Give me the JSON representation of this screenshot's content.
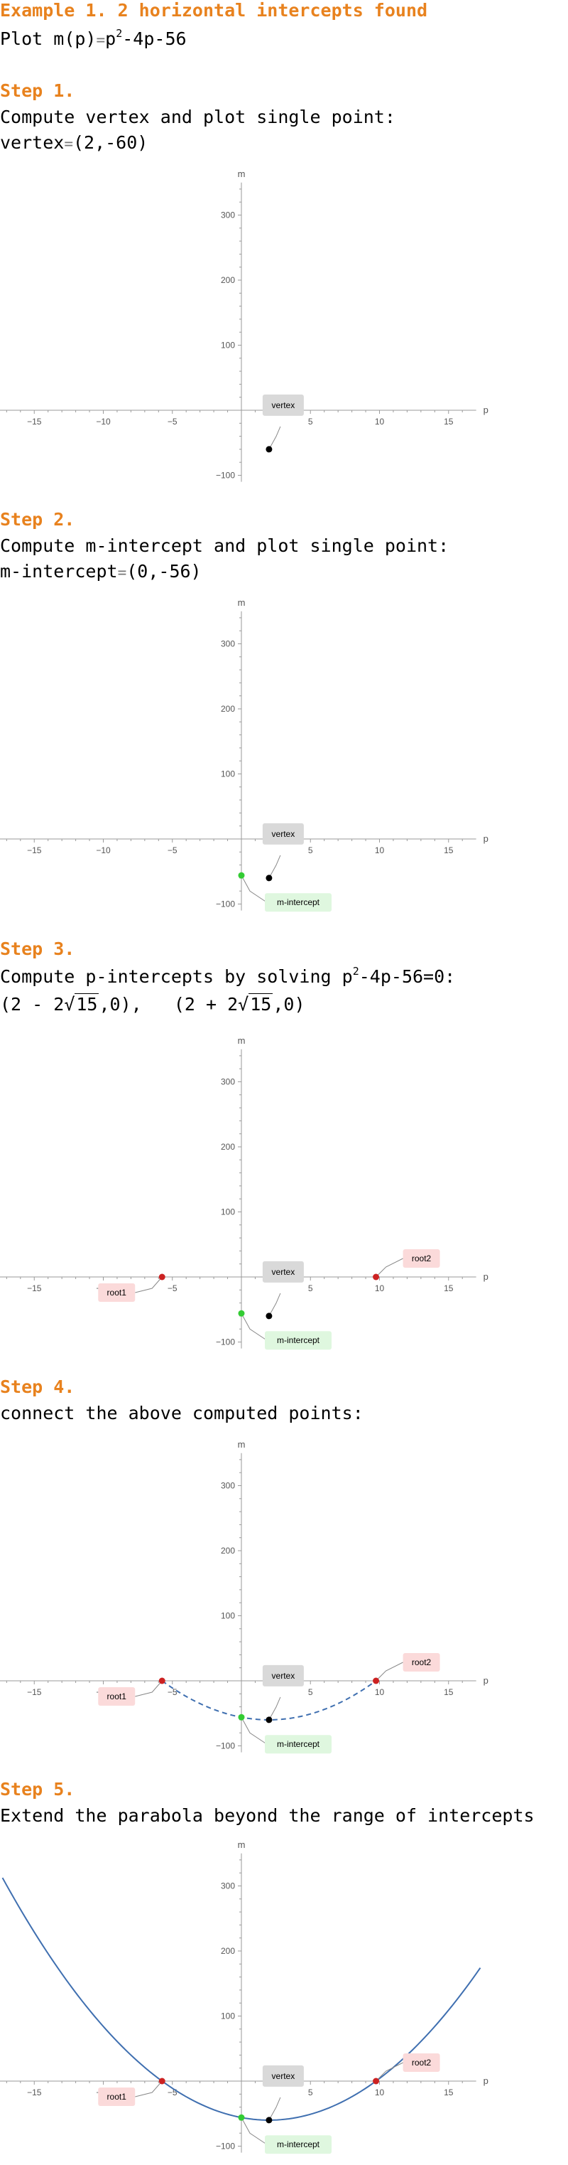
{
  "title": "Example 1. 2 horizontal intercepts found",
  "intro": {
    "prefix": "Plot",
    "func": "m(p)",
    "eq": "=",
    "expr_a": "p",
    "exp": "2",
    "expr_b": "-4p-56"
  },
  "steps": [
    {
      "label": "Step 1.",
      "text": "Compute vertex and plot single point:",
      "result": "vertex",
      "eq": "=",
      "value": "(2,-60)"
    },
    {
      "label": "Step 2.",
      "text": "Compute m-intercept and plot single point:",
      "result": "m-intercept",
      "eq": "=",
      "value": "(0,-56)"
    },
    {
      "label": "Step 3.",
      "text_a": "Compute p-intercepts by solving p",
      "exp": "2",
      "text_b": "-4p-56=0:",
      "roots": {
        "r1_pre": "(2 - 2",
        "r1_rad": "15",
        "r1_post": ",0),",
        "r2_pre": "(2 + 2",
        "r2_rad": "15",
        "r2_post": ",0)"
      }
    },
    {
      "label": "Step 4.",
      "text": "connect the above computed points:"
    },
    {
      "label": "Step 5.",
      "text": "Extend the parabola beyond the range of intercepts"
    }
  ],
  "chart_data": [
    {
      "type": "scatter",
      "xlabel": "p",
      "ylabel": "m",
      "xlim": [
        -18,
        17
      ],
      "ylim": [
        -110,
        350
      ],
      "xticks": [
        -15,
        -10,
        -5,
        5,
        10,
        15
      ],
      "yticks": [
        -100,
        100,
        200,
        300
      ],
      "points": [
        {
          "name": "vertex",
          "x": 2,
          "y": -60,
          "color": "#000000"
        }
      ]
    },
    {
      "type": "scatter",
      "xlabel": "p",
      "ylabel": "m",
      "xlim": [
        -18,
        17
      ],
      "ylim": [
        -110,
        350
      ],
      "xticks": [
        -15,
        -10,
        -5,
        5,
        10,
        15
      ],
      "yticks": [
        -100,
        100,
        200,
        300
      ],
      "points": [
        {
          "name": "vertex",
          "x": 2,
          "y": -60,
          "color": "#000000"
        },
        {
          "name": "m-intercept",
          "x": 0,
          "y": -56,
          "color": "#33cc33"
        }
      ]
    },
    {
      "type": "scatter",
      "xlabel": "p",
      "ylabel": "m",
      "xlim": [
        -18,
        17
      ],
      "ylim": [
        -110,
        350
      ],
      "xticks": [
        -15,
        -10,
        -5,
        5,
        10,
        15
      ],
      "yticks": [
        -100,
        100,
        200,
        300
      ],
      "points": [
        {
          "name": "vertex",
          "x": 2,
          "y": -60,
          "color": "#000000"
        },
        {
          "name": "m-intercept",
          "x": 0,
          "y": -56,
          "color": "#33cc33"
        },
        {
          "name": "root1",
          "x": -5.746,
          "y": 0,
          "color": "#cc2222"
        },
        {
          "name": "root2",
          "x": 9.746,
          "y": 0,
          "color": "#cc2222"
        }
      ]
    },
    {
      "type": "line",
      "xlabel": "p",
      "ylabel": "m",
      "xlim": [
        -18,
        17
      ],
      "ylim": [
        -110,
        350
      ],
      "xticks": [
        -15,
        -10,
        -5,
        5,
        10,
        15
      ],
      "yticks": [
        -100,
        100,
        200,
        300
      ],
      "curve": {
        "a": 1,
        "b": -4,
        "c": -56,
        "from": -5.746,
        "to": 9.746,
        "style": "dashed",
        "color": "#3f6fb0"
      },
      "points": [
        {
          "name": "vertex",
          "x": 2,
          "y": -60,
          "color": "#000000"
        },
        {
          "name": "m-intercept",
          "x": 0,
          "y": -56,
          "color": "#33cc33"
        },
        {
          "name": "root1",
          "x": -5.746,
          "y": 0,
          "color": "#cc2222"
        },
        {
          "name": "root2",
          "x": 9.746,
          "y": 0,
          "color": "#cc2222"
        }
      ]
    },
    {
      "type": "line",
      "xlabel": "p",
      "ylabel": "m",
      "xlim": [
        -18,
        17
      ],
      "ylim": [
        -110,
        350
      ],
      "xticks": [
        -15,
        -10,
        -5,
        5,
        10,
        15
      ],
      "yticks": [
        -100,
        100,
        200,
        300
      ],
      "curve": {
        "a": 1,
        "b": -4,
        "c": -56,
        "from": -17.3,
        "to": 17.3,
        "style": "solid",
        "color": "#3f6fb0"
      },
      "points": [
        {
          "name": "vertex",
          "x": 2,
          "y": -60,
          "color": "#000000"
        },
        {
          "name": "m-intercept",
          "x": 0,
          "y": -56,
          "color": "#33cc33"
        },
        {
          "name": "root1",
          "x": -5.746,
          "y": 0,
          "color": "#cc2222"
        },
        {
          "name": "root2",
          "x": 9.746,
          "y": 0,
          "color": "#cc2222"
        }
      ]
    }
  ],
  "label_styles": {
    "vertex": {
      "bg": "#d9d9d9",
      "fg": "#000000"
    },
    "m-intercept": {
      "bg": "#dff7df",
      "fg": "#000000"
    },
    "root1": {
      "bg": "#fbdada",
      "fg": "#000000"
    },
    "root2": {
      "bg": "#fbdada",
      "fg": "#000000"
    }
  }
}
